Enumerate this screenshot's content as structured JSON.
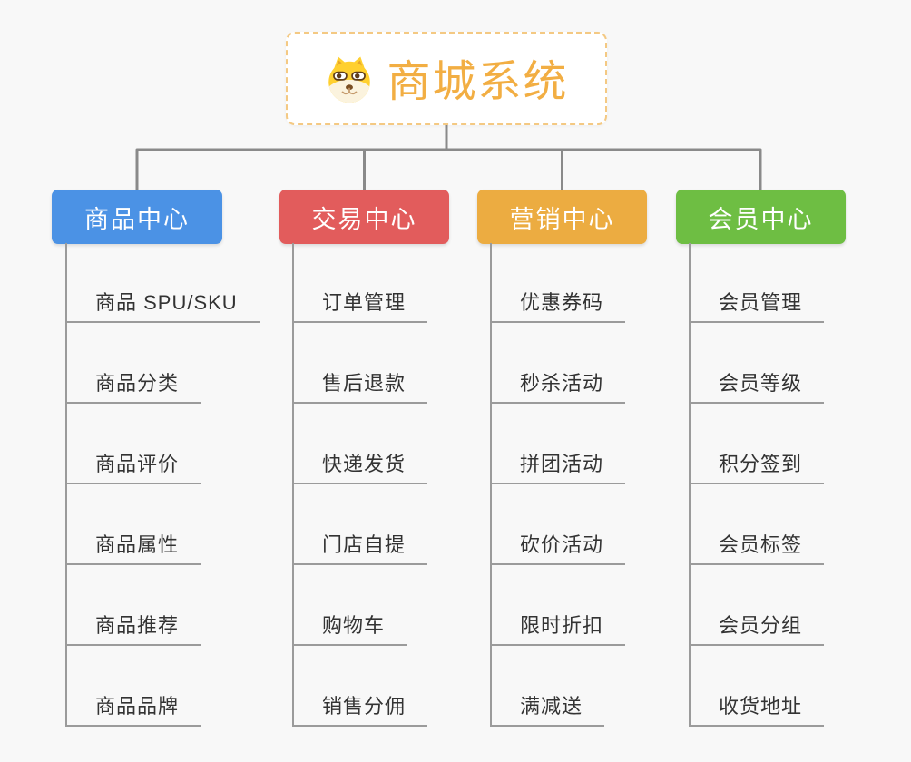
{
  "root": {
    "title": "商城系统",
    "icon": "dog-face-icon"
  },
  "branches": [
    {
      "label": "商品中心",
      "color": "#4B92E5",
      "children": [
        "商品 SPU/SKU",
        "商品分类",
        "商品评价",
        "商品属性",
        "商品推荐",
        "商品品牌"
      ]
    },
    {
      "label": "交易中心",
      "color": "#E25C5C",
      "children": [
        "订单管理",
        "售后退款",
        "快递发货",
        "门店自提",
        "购物车",
        "销售分佣"
      ]
    },
    {
      "label": "营销中心",
      "color": "#ECAC41",
      "children": [
        "优惠券码",
        "秒杀活动",
        "拼团活动",
        "砍价活动",
        "限时折扣",
        "满减送"
      ]
    },
    {
      "label": "会员中心",
      "color": "#6EBE43",
      "children": [
        "会员管理",
        "会员等级",
        "积分签到",
        "会员标签",
        "会员分组",
        "收货地址"
      ]
    }
  ],
  "colors": {
    "background": "#f8f8f8",
    "connector": "#8a8a8a",
    "spine_and_underline": "#9b9b9b",
    "root_text": "#f2ae43",
    "root_border": "#f4c983",
    "leaf_text": "#333333"
  }
}
